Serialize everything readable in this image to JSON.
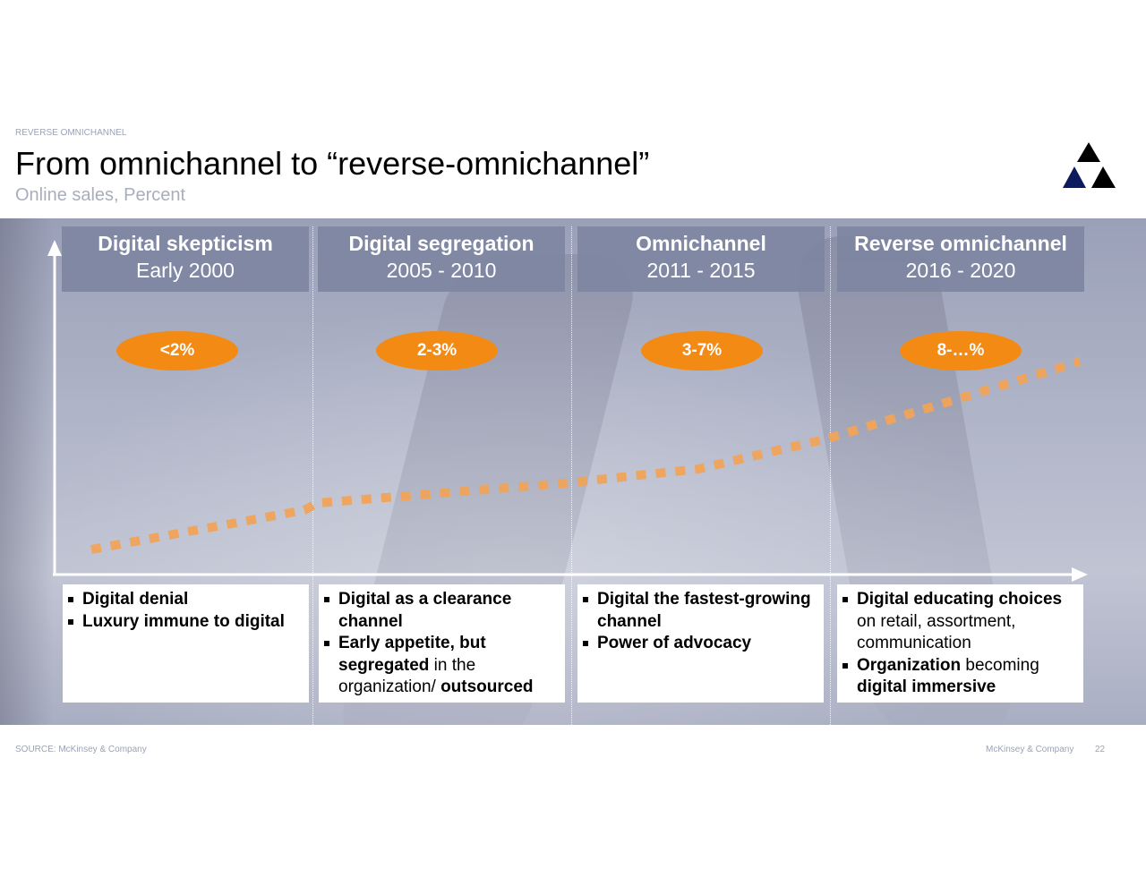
{
  "header": {
    "tracker": "REVERSE OMNICHANNEL",
    "title": "From omnichannel to “reverse-omnichannel”",
    "subtitle": "Online sales, Percent"
  },
  "phases": [
    {
      "name": "Digital skepticism",
      "years": "Early 2000",
      "share": "<2%"
    },
    {
      "name": "Digital segregation",
      "years": "2005 - 2010",
      "share": "2-3%"
    },
    {
      "name": "Omnichannel",
      "years": "2011 - 2015",
      "share": "3-7%"
    },
    {
      "name": "Reverse omnichannel",
      "years": "2016 - 2020",
      "share": "8-…%"
    }
  ],
  "descriptions": [
    [
      [
        {
          "t": "Digital denial",
          "b": true
        }
      ],
      [
        {
          "t": "Luxury immune to digital",
          "b": true
        }
      ]
    ],
    [
      [
        {
          "t": "Digital as a clearance channel",
          "b": true
        }
      ],
      [
        {
          "t": "Early appetite, but segregated",
          "b": true
        },
        {
          "t": " in the organization/ ",
          "b": false
        },
        {
          "t": "outsourced",
          "b": true
        }
      ]
    ],
    [
      [
        {
          "t": "Digital the fastest-growing channel",
          "b": true
        }
      ],
      [
        {
          "t": "Power of advocacy",
          "b": true
        }
      ]
    ],
    [
      [
        {
          "t": "Digital educating choices",
          "b": true
        },
        {
          "t": " on retail, assortment, communication",
          "b": false
        }
      ],
      [
        {
          "t": "Organization",
          "b": true
        },
        {
          "t": " becoming ",
          "b": false
        },
        {
          "t": "digital immersive",
          "b": true
        }
      ]
    ]
  ],
  "footer": {
    "source": "SOURCE: McKinsey & Company",
    "company": "McKinsey & Company",
    "page": "22"
  },
  "colors": {
    "accent": "#f28a14",
    "trend_line": "#f0a35a",
    "header_band": "#7e85a2",
    "logo_dark": "#0c1a5e"
  }
}
